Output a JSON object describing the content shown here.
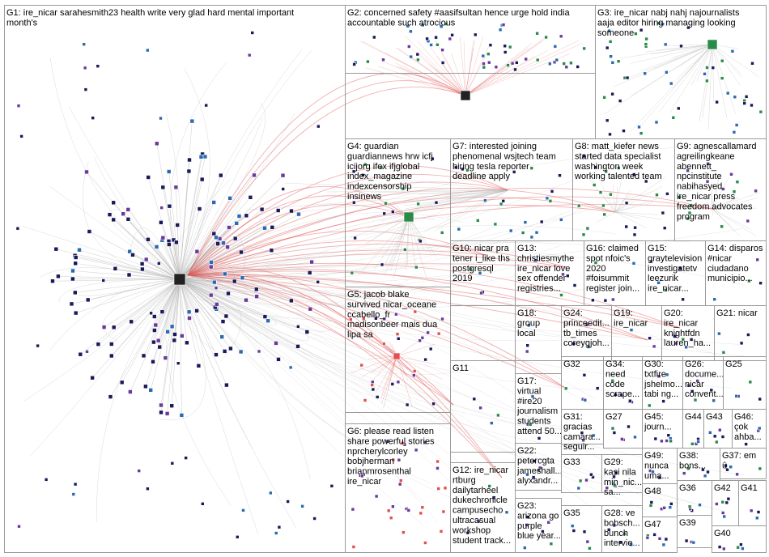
{
  "graph": {
    "groups": [
      {
        "id": "G1",
        "lines": [
          "G1: ire_nicar sarahesmith23 health write very glad hard mental important",
          "month's"
        ]
      },
      {
        "id": "G2",
        "lines": [
          "G2: concerned safety #aasifsultan hence urge hold india",
          "accountable such atrocious"
        ]
      },
      {
        "id": "G3",
        "lines": [
          "G3: ire_nicar nabj nahj najournalists",
          "aaja editor hiring managing looking",
          "someone"
        ]
      },
      {
        "id": "G4",
        "lines": [
          "G4: guardian",
          "guardiannews hrw icfj",
          "icijorg ifex ifjglobal",
          "index_magazine",
          "indexcensorship",
          "insinews"
        ]
      },
      {
        "id": "G7",
        "lines": [
          "G7: interested joining",
          "phenomenal wsjtech team",
          "hiring tesla reporter",
          "deadline apply"
        ]
      },
      {
        "id": "G8",
        "lines": [
          "G8: matt_kiefer news",
          "started data specialist",
          "washington week",
          "working talented team"
        ]
      },
      {
        "id": "G9",
        "lines": [
          "G9: agnescallamard",
          "agreilingkeane",
          "abennett_",
          "npcinstitute",
          "nabihasyed",
          "ire_nicar press",
          "freedom advocates",
          "program"
        ]
      },
      {
        "id": "G10",
        "lines": [
          "G10: nicar pra",
          "tener i_like ths",
          "postgresql",
          "2019"
        ]
      },
      {
        "id": "G13",
        "lines": [
          "G13:",
          "christiesmythe",
          "ire_nicar love",
          "sex offender",
          "registries..."
        ]
      },
      {
        "id": "G16",
        "lines": [
          "G16: claimed",
          "spot nfoic's",
          "2020",
          "#foisummit",
          "register join..."
        ]
      },
      {
        "id": "G15",
        "lines": [
          "G15:",
          "graytelevision",
          "investigatetv",
          "leezurik",
          "ire_nicar..."
        ]
      },
      {
        "id": "G14",
        "lines": [
          "G14: disparos",
          "#nicar",
          "ciudadano",
          "municipio..."
        ]
      },
      {
        "id": "G5",
        "lines": [
          "G5: jacob blake",
          "survived nicar_oceane",
          "ccabello_fr",
          "madisonbeer mais dua",
          "lipa sa"
        ]
      },
      {
        "id": "G18",
        "lines": [
          "G18:",
          "group",
          "local"
        ]
      },
      {
        "id": "G24",
        "lines": [
          "G24:",
          "princeedit...",
          "tb_times",
          "coreygjoh..."
        ]
      },
      {
        "id": "G19",
        "lines": [
          "G19:",
          "ire_nicar"
        ]
      },
      {
        "id": "G20",
        "lines": [
          "G20:",
          "ire_nicar",
          "knightfdn",
          "lauren_ha..."
        ]
      },
      {
        "id": "G21",
        "lines": [
          "G21: nicar"
        ]
      },
      {
        "id": "G11",
        "lines": [
          "G11"
        ]
      },
      {
        "id": "G32",
        "lines": [
          "G32"
        ]
      },
      {
        "id": "G34",
        "lines": [
          "G34:",
          "need",
          "code",
          "scrape..."
        ]
      },
      {
        "id": "G30",
        "lines": [
          "G30:",
          "txtfire",
          "jshelmo...",
          "tabi ng..."
        ]
      },
      {
        "id": "G26",
        "lines": [
          "G26:",
          "docume...",
          "nicar",
          "convent..."
        ]
      },
      {
        "id": "G25",
        "lines": [
          "G25"
        ]
      },
      {
        "id": "G17",
        "lines": [
          "G17:",
          "virtual",
          "#ire20",
          "journalism",
          "students",
          "attend 50..."
        ]
      },
      {
        "id": "G31",
        "lines": [
          "G31:",
          "gracias",
          "camara...",
          "seguir..."
        ]
      },
      {
        "id": "G27",
        "lines": [
          "G27"
        ]
      },
      {
        "id": "G45",
        "lines": [
          "G45:",
          "journ..."
        ]
      },
      {
        "id": "G44",
        "lines": [
          "G44"
        ]
      },
      {
        "id": "G43",
        "lines": [
          "G43"
        ]
      },
      {
        "id": "G46",
        "lines": [
          "G46:",
          "çok",
          "ahba..."
        ]
      },
      {
        "id": "G6",
        "lines": [
          "G6: please read listen",
          "share powerful stories",
          "nprcherylcorley",
          "bobjherman",
          "brianmrosenthal",
          "ire_nicar"
        ]
      },
      {
        "id": "G22",
        "lines": [
          "G22:",
          "petercgta",
          "jameshall...",
          "alyxandr..."
        ]
      },
      {
        "id": "G49",
        "lines": [
          "G49:",
          "nunca",
          "uma..."
        ]
      },
      {
        "id": "G38",
        "lines": [
          "G38:",
          "bons..."
        ]
      },
      {
        "id": "G37",
        "lines": [
          "G37: em",
          "û"
        ]
      },
      {
        "id": "G12",
        "lines": [
          "G12: ire_nicar",
          "rtburg",
          "dailytarheel",
          "dukechronicle",
          "campusecho",
          "ultracasual",
          "workshop",
          "student track..."
        ]
      },
      {
        "id": "G33",
        "lines": [
          "G33"
        ]
      },
      {
        "id": "G29",
        "lines": [
          "G29:",
          "kasi nila",
          "min_nic...",
          "sa..."
        ]
      },
      {
        "id": "G48",
        "lines": [
          "G48"
        ]
      },
      {
        "id": "G36",
        "lines": [
          "G36"
        ]
      },
      {
        "id": "G42",
        "lines": [
          "G42"
        ]
      },
      {
        "id": "G41",
        "lines": [
          "G41"
        ]
      },
      {
        "id": "G23",
        "lines": [
          "G23:",
          "arizona go",
          "purple",
          "blue year..."
        ]
      },
      {
        "id": "G35",
        "lines": [
          "G35"
        ]
      },
      {
        "id": "G28",
        "lines": [
          "G28: ve",
          "bobsch...",
          "bunch",
          "intervie..."
        ]
      },
      {
        "id": "G47",
        "lines": [
          "G47"
        ]
      },
      {
        "id": "G39",
        "lines": [
          "G39"
        ]
      },
      {
        "id": "G40",
        "lines": [
          "G40"
        ]
      }
    ],
    "colors": {
      "box_border": "#9a9a9a",
      "edge_gray": "#b5b5b5",
      "edge_red": "#e05050",
      "node_dark": "#1a1a5a",
      "node_purple": "#6a3a9a",
      "node_blue": "#2a6ab0",
      "node_green": "#2a8a4a",
      "hub_dark": "#222222"
    }
  }
}
